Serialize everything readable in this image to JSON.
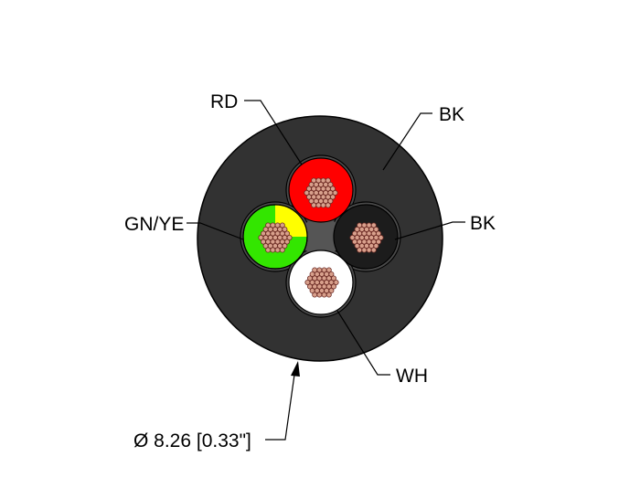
{
  "labels": {
    "red_conductor": "RD",
    "jacket": "BK",
    "black_conductor": "BK",
    "green_yellow_conductor": "GN/YE",
    "white_conductor": "WH",
    "diameter": "Ø 8.26 [0.33\"]"
  },
  "colors": {
    "jacket": "#323232",
    "red": "#ff0000",
    "black": "#1c1c1c",
    "green": "#33e600",
    "yellow": "#ffff00",
    "white": "#ffffff",
    "filler": "#555555",
    "strand_fill": "#d8a08c",
    "strand_stroke": "#6b2a24"
  }
}
